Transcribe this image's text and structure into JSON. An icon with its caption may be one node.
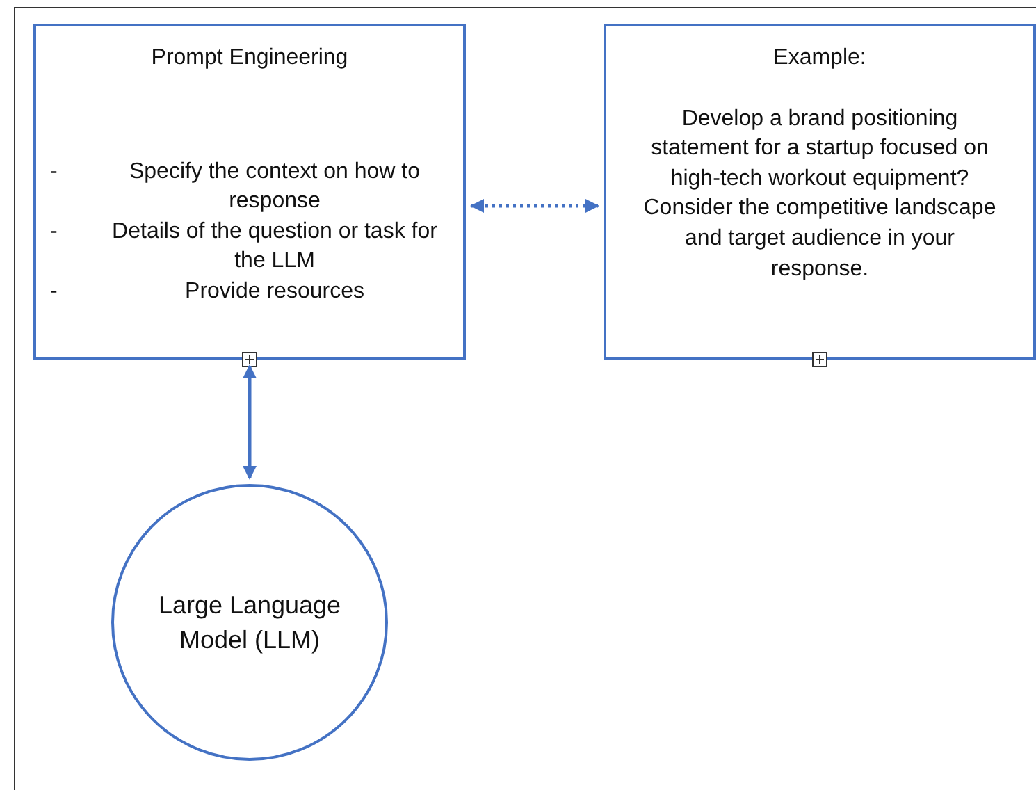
{
  "diagram": {
    "nodes": [
      {
        "text": [
          "Prompt Engineering",
          "Specify the context on how to response",
          "Details of the question or task for the LLM",
          "Provide resources"
        ]
      },
      {
        "text": [
          "Example:",
          "Develop a brand positioning statement for a startup focused on high-tech workout equipment? Consider the competitive landscape and target audience in your response."
        ]
      },
      {
        "text": [
          "Large Language Model (LLM)"
        ]
      }
    ],
    "edges": [
      {
        "from": 0,
        "to": 1,
        "arrow": "both",
        "style": "dashed"
      },
      {
        "from": 0,
        "to": 2,
        "arrow": "both"
      }
    ],
    "labels": [
      "-",
      "-",
      "-"
    ]
  }
}
